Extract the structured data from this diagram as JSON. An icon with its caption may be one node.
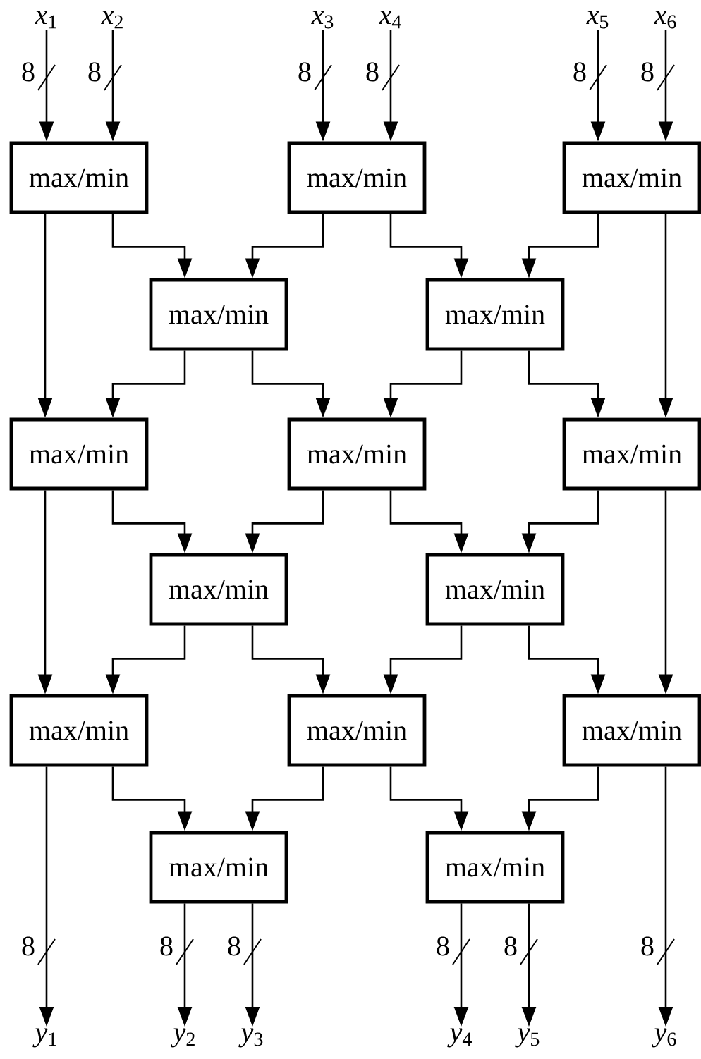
{
  "diagram": {
    "nodes": [
      {
        "text": [
          "*x*$_{1}$"
        ]
      },
      {
        "text": [
          "*x*$_{2}$"
        ]
      },
      {
        "text": [
          "*x*$_{3}$"
        ]
      },
      {
        "text": [
          "*x*$_{4}$"
        ]
      },
      {
        "text": [
          "*x*$_{5}$"
        ]
      },
      {
        "text": [
          "*x*$_{6}$"
        ]
      },
      {
        "text": [
          "max/min"
        ]
      },
      {
        "text": [
          "max/min"
        ]
      },
      {
        "text": [
          "max/min"
        ]
      },
      {
        "text": [
          "max/min"
        ]
      },
      {
        "text": [
          "max/min"
        ]
      },
      {
        "text": [
          "max/min"
        ]
      },
      {
        "text": [
          "max/min"
        ]
      },
      {
        "text": [
          "max/min"
        ]
      },
      {
        "text": [
          "max/min"
        ]
      },
      {
        "text": [
          "max/min"
        ]
      },
      {
        "text": [
          "max/min"
        ]
      },
      {
        "text": [
          "max/min"
        ]
      },
      {
        "text": [
          "max/min"
        ]
      },
      {
        "text": [
          "max/min"
        ]
      },
      {
        "text": [
          "max/min"
        ]
      },
      {
        "text": [
          "*y*$_{1}$"
        ]
      },
      {
        "text": [
          "*y*$_{2}$"
        ]
      },
      {
        "text": [
          "*y*$_{3}$"
        ]
      },
      {
        "text": [
          "*y*$_{4}$"
        ]
      },
      {
        "text": [
          "*y*$_{5}$"
        ]
      },
      {
        "text": [
          "*y*$_{6}$"
        ]
      }
    ],
    "edges": [
      {
        "from": 0,
        "to": 6,
        "arrow": "to",
        "label": "8"
      },
      {
        "from": 1,
        "to": 6,
        "arrow": "to",
        "label": "8"
      },
      {
        "from": 2,
        "to": 7,
        "arrow": "to",
        "label": "8"
      },
      {
        "from": 3,
        "to": 7,
        "arrow": "to",
        "label": "8"
      },
      {
        "from": 4,
        "to": 8,
        "arrow": "to",
        "label": "8"
      },
      {
        "from": 5,
        "to": 8,
        "arrow": "to",
        "label": "8"
      },
      {
        "from": 6,
        "to": 11,
        "arrow": "to"
      },
      {
        "from": 6,
        "to": 9,
        "arrow": "to"
      },
      {
        "from": 7,
        "to": 9,
        "arrow": "to"
      },
      {
        "from": 7,
        "to": 10,
        "arrow": "to"
      },
      {
        "from": 8,
        "to": 10,
        "arrow": "to"
      },
      {
        "from": 8,
        "to": 13,
        "arrow": "to"
      },
      {
        "from": 9,
        "to": 11,
        "arrow": "to"
      },
      {
        "from": 9,
        "to": 12,
        "arrow": "to"
      },
      {
        "from": 10,
        "to": 12,
        "arrow": "to"
      },
      {
        "from": 10,
        "to": 13,
        "arrow": "to"
      },
      {
        "from": 11,
        "to": 16,
        "arrow": "to"
      },
      {
        "from": 11,
        "to": 14,
        "arrow": "to"
      },
      {
        "from": 12,
        "to": 14,
        "arrow": "to"
      },
      {
        "from": 12,
        "to": 15,
        "arrow": "to"
      },
      {
        "from": 13,
        "to": 15,
        "arrow": "to"
      },
      {
        "from": 13,
        "to": 18,
        "arrow": "to"
      },
      {
        "from": 14,
        "to": 16,
        "arrow": "to"
      },
      {
        "from": 14,
        "to": 17,
        "arrow": "to"
      },
      {
        "from": 15,
        "to": 17,
        "arrow": "to"
      },
      {
        "from": 15,
        "to": 18,
        "arrow": "to"
      },
      {
        "from": 16,
        "to": 21,
        "arrow": "to",
        "label": "8"
      },
      {
        "from": 16,
        "to": 19,
        "arrow": "to"
      },
      {
        "from": 17,
        "to": 19,
        "arrow": "to"
      },
      {
        "from": 17,
        "to": 20,
        "arrow": "to"
      },
      {
        "from": 18,
        "to": 20,
        "arrow": "to"
      },
      {
        "from": 18,
        "to": 26,
        "arrow": "to",
        "label": "8"
      },
      {
        "from": 19,
        "to": 22,
        "arrow": "to",
        "label": "8"
      },
      {
        "from": 19,
        "to": 23,
        "arrow": "to",
        "label": "8"
      },
      {
        "from": 20,
        "to": 24,
        "arrow": "to",
        "label": "8"
      },
      {
        "from": 20,
        "to": 25,
        "arrow": "to",
        "label": "8"
      }
    ]
  }
}
